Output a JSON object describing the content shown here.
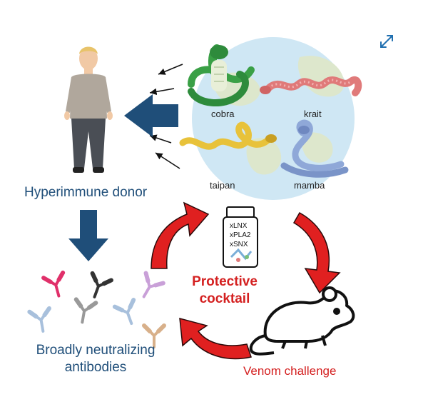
{
  "snakes": {
    "cobra": "cobra",
    "krait": "krait",
    "taipan": "taipan",
    "mamba": "mamba"
  },
  "donor_label": "Hyperimmune donor",
  "antibodies_label_line1": "Broadly neutralizing",
  "antibodies_label_line2": "antibodies",
  "vial": [
    "xLNX",
    "xPLA2",
    "xSNX"
  ],
  "cocktail_line1": "Protective",
  "cocktail_line2": "cocktail",
  "challenge_label": "Venom challenge",
  "icons": {
    "expand": "expand-icon",
    "donor": "person-figure",
    "mouse": "mouse-icon",
    "vial": "vial-icon",
    "globe": "globe-icon"
  },
  "colors": {
    "dark_blue": "#1f4e79",
    "red": "#d42020",
    "globe": "#c9e4f3",
    "land": "#dbe6c8",
    "cobra": "#3aa046",
    "krait": "#e07a7a",
    "taipan": "#e8c23a",
    "mamba": "#8fa8d8"
  }
}
